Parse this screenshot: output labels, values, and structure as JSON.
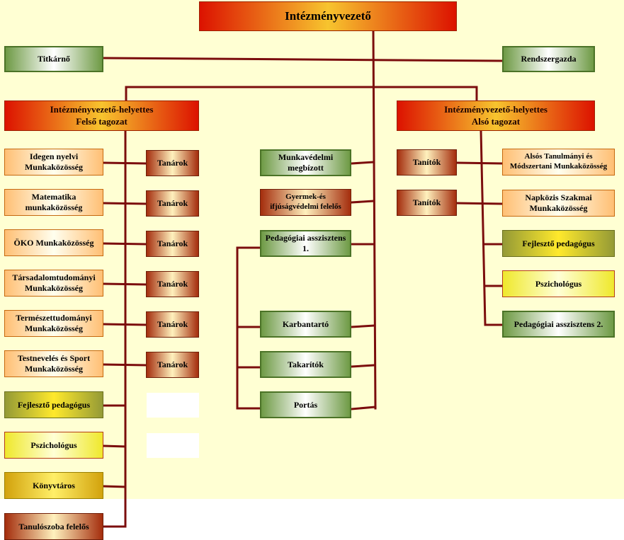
{
  "chart": {
    "root": "Intézményvezető",
    "secretary": "Titkárnő",
    "sysadmin": "Rendszergazda",
    "deputy_upper": [
      "Intézményvezető-helyettes",
      "Felső tagozat"
    ],
    "deputy_lower": [
      "Intézményvezető-helyettes",
      "Alsó tagozat"
    ],
    "left_column": [
      [
        "Idegen nyelvi",
        "Munkaközösség"
      ],
      [
        "Matematika",
        "munkaközösség"
      ],
      [
        "ÖKO Munkaközösség"
      ],
      [
        "Társadalomtudományi",
        "Munkaközösség"
      ],
      [
        "Természettudományi",
        "Munkaközösség"
      ],
      [
        "Testnevelés és Sport",
        "Munkaközösség"
      ],
      [
        "Fejlesztő pedagógus"
      ],
      [
        "Pszichológus"
      ],
      [
        "Könyvtáros"
      ],
      [
        "Tanulószoba felelős"
      ]
    ],
    "teachers_label": "Tanárok",
    "middle_column": [
      [
        "Munkavédelmi",
        "megbízott"
      ],
      [
        "Gyermek-és",
        "ifjúságvédelmi felelős"
      ],
      [
        "Pedagógiai asszisztens",
        "1."
      ],
      [
        "Karbantartó"
      ],
      [
        "Takarítók"
      ],
      [
        "Portás"
      ]
    ],
    "lower_teachers_label": "Tanítók",
    "right_column": [
      [
        "Alsós Tanulmányi és",
        "Módszertani Munkaközösség"
      ],
      [
        "Napközis Szakmai",
        "Munkaközösség"
      ],
      [
        "Fejlesztő pedagógus"
      ],
      [
        "Pszichológus"
      ],
      [
        "Pedagógiai asszisztens 2."
      ]
    ]
  },
  "colors": {
    "connector": "#7b0d0d",
    "background": "#ffffd3"
  }
}
